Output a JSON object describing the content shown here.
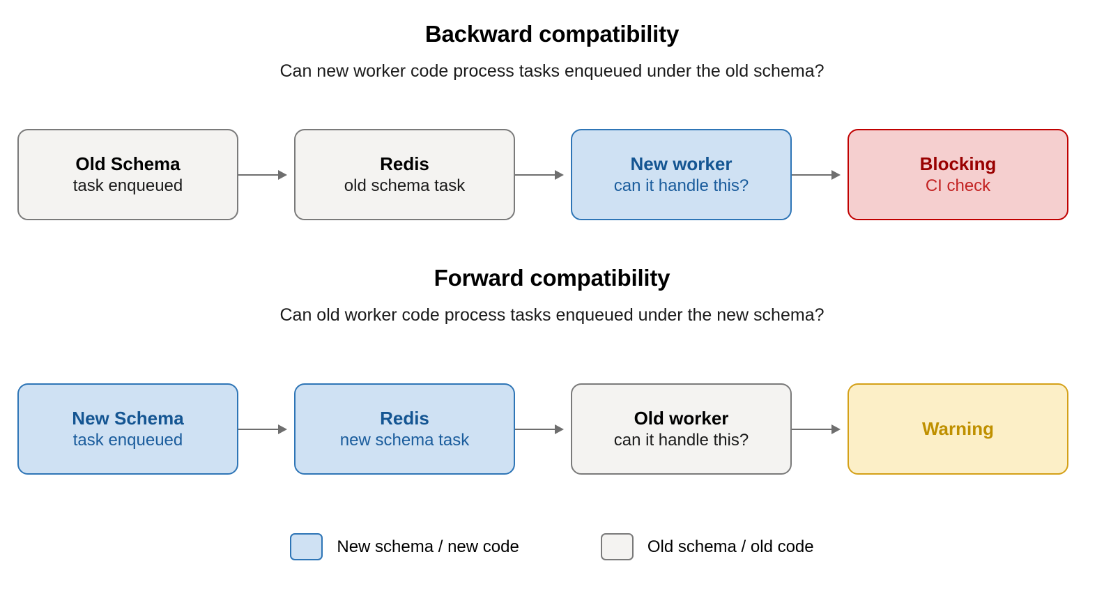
{
  "diagram": {
    "background_color": "#ffffff",
    "sections": [
      {
        "id": "backward",
        "title": "Backward compatibility",
        "subtitle": "Can new worker code process tasks enqueued under the old schema?",
        "nodes": [
          {
            "title": "Old Schema",
            "subtitle": "task enqueued",
            "style": "grey"
          },
          {
            "title": "Redis",
            "subtitle": "old schema task",
            "style": "grey"
          },
          {
            "title": "New worker",
            "subtitle": "can it handle this?",
            "style": "blue"
          },
          {
            "title": "Blocking",
            "subtitle": "CI check",
            "style": "red"
          }
        ]
      },
      {
        "id": "forward",
        "title": "Forward compatibility",
        "subtitle": "Can old worker code process tasks enqueued under the new schema?",
        "nodes": [
          {
            "title": "New Schema",
            "subtitle": "task enqueued",
            "style": "blue"
          },
          {
            "title": "Redis",
            "subtitle": "new schema task",
            "style": "blue"
          },
          {
            "title": "Old worker",
            "subtitle": "can it handle this?",
            "style": "grey"
          },
          {
            "title": "Warning",
            "subtitle": "",
            "style": "yellow"
          }
        ]
      }
    ],
    "legend": [
      {
        "label": "New schema / new code",
        "style": "blue"
      },
      {
        "label": "Old schema / old code",
        "style": "grey"
      }
    ],
    "colors": {
      "blue_fill": "#cfe1f3",
      "blue_border": "#2e75b6",
      "blue_text": "#145592",
      "grey_fill": "#f4f3f1",
      "grey_border": "#7a7a7a",
      "grey_text": "#000000",
      "red_fill": "#f5cfcf",
      "red_border": "#c00000",
      "red_text": "#990000",
      "red_sub_text": "#c32222",
      "yellow_fill": "#fcefc7",
      "yellow_border": "#d4a017",
      "yellow_text": "#bf9000",
      "arrow": "#6e6e6e"
    }
  }
}
